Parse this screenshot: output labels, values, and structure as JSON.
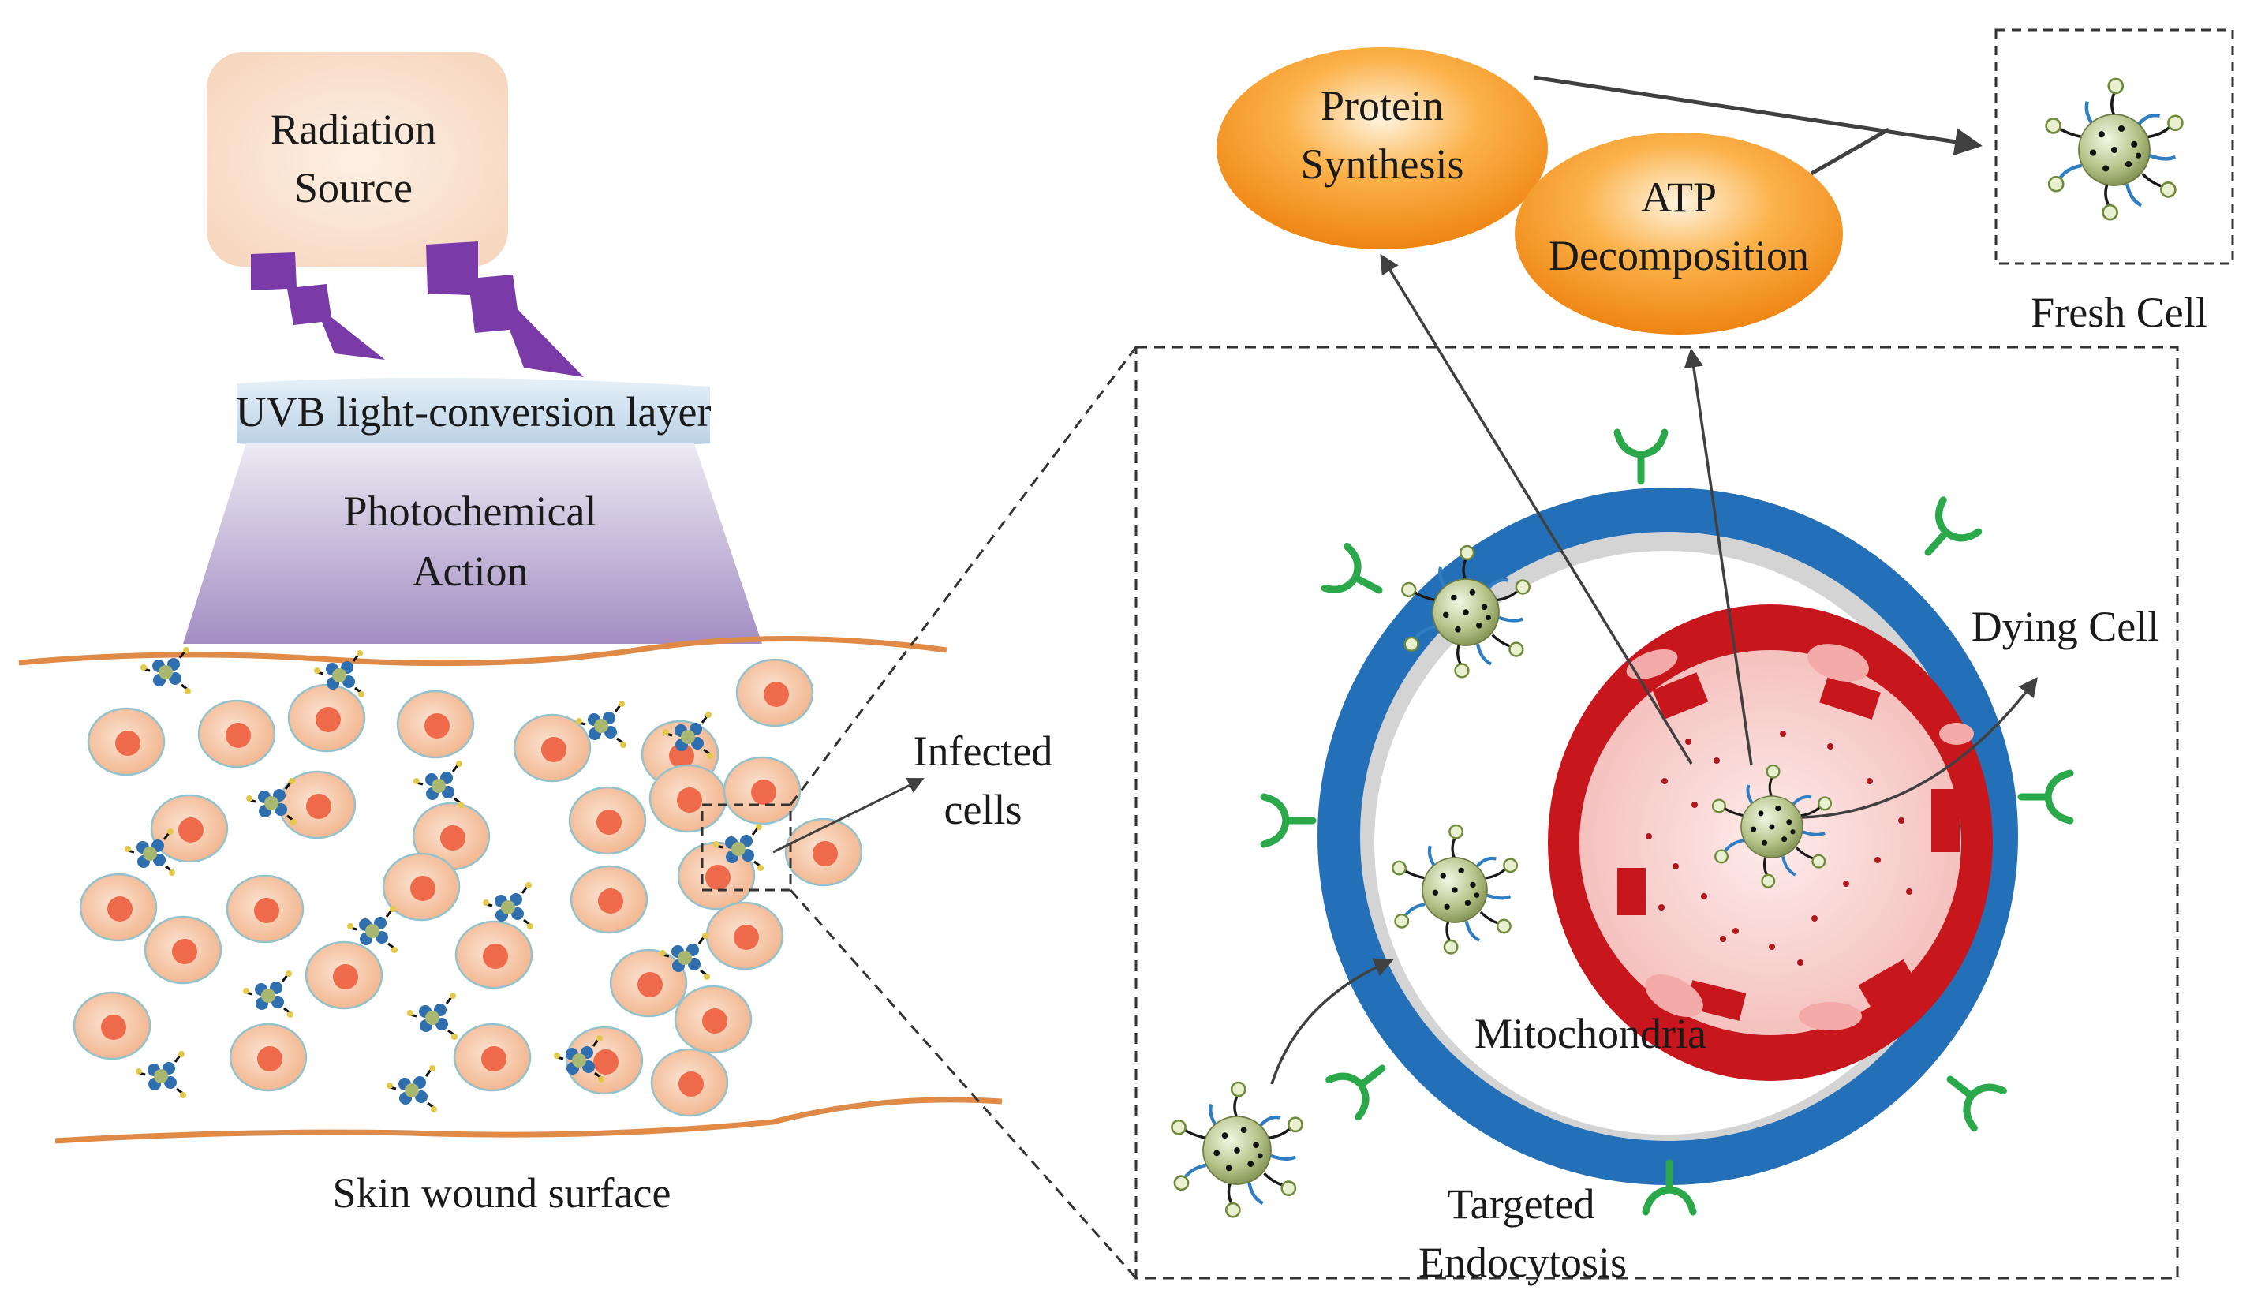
{
  "labels": {
    "radiation_source_line1": "Radiation",
    "radiation_source_line2": "Source",
    "uvb_layer": "UVB light-conversion layer",
    "photochemical_line1": "Photochemical",
    "photochemical_line2": "Action",
    "infected_line1": "Infected",
    "infected_line2": "cells",
    "skin_wound": "Skin wound surface",
    "protein_line1": "Protein",
    "protein_line2": "Synthesis",
    "atp_line1": "ATP",
    "atp_line2": "Decomposition",
    "fresh_cell": "Fresh Cell",
    "dying_cell": "Dying Cell",
    "mitochondria": "Mitochondria",
    "targeted_line1": "Targeted",
    "targeted_line2": "Endocytosis"
  },
  "colors": {
    "radiation_box": "#f8dcc4",
    "lightning": "#7a3aa8",
    "uvb_layer": "#cfe0ee",
    "photochem_top": "#e7e3ef",
    "photochem_bottom": "#9a83bd",
    "skin_line": "#e08a48",
    "skin_cell": "#f6c7a6",
    "nucleus": "#ef6a4a",
    "orange_ellipse": "#f39018",
    "cell_membrane": "#2470b8",
    "mito_red": "#c8161d",
    "mito_inner": "#f6c6c4",
    "receptor": "#2aa84a",
    "nanoparticle": "#9fb06a"
  }
}
